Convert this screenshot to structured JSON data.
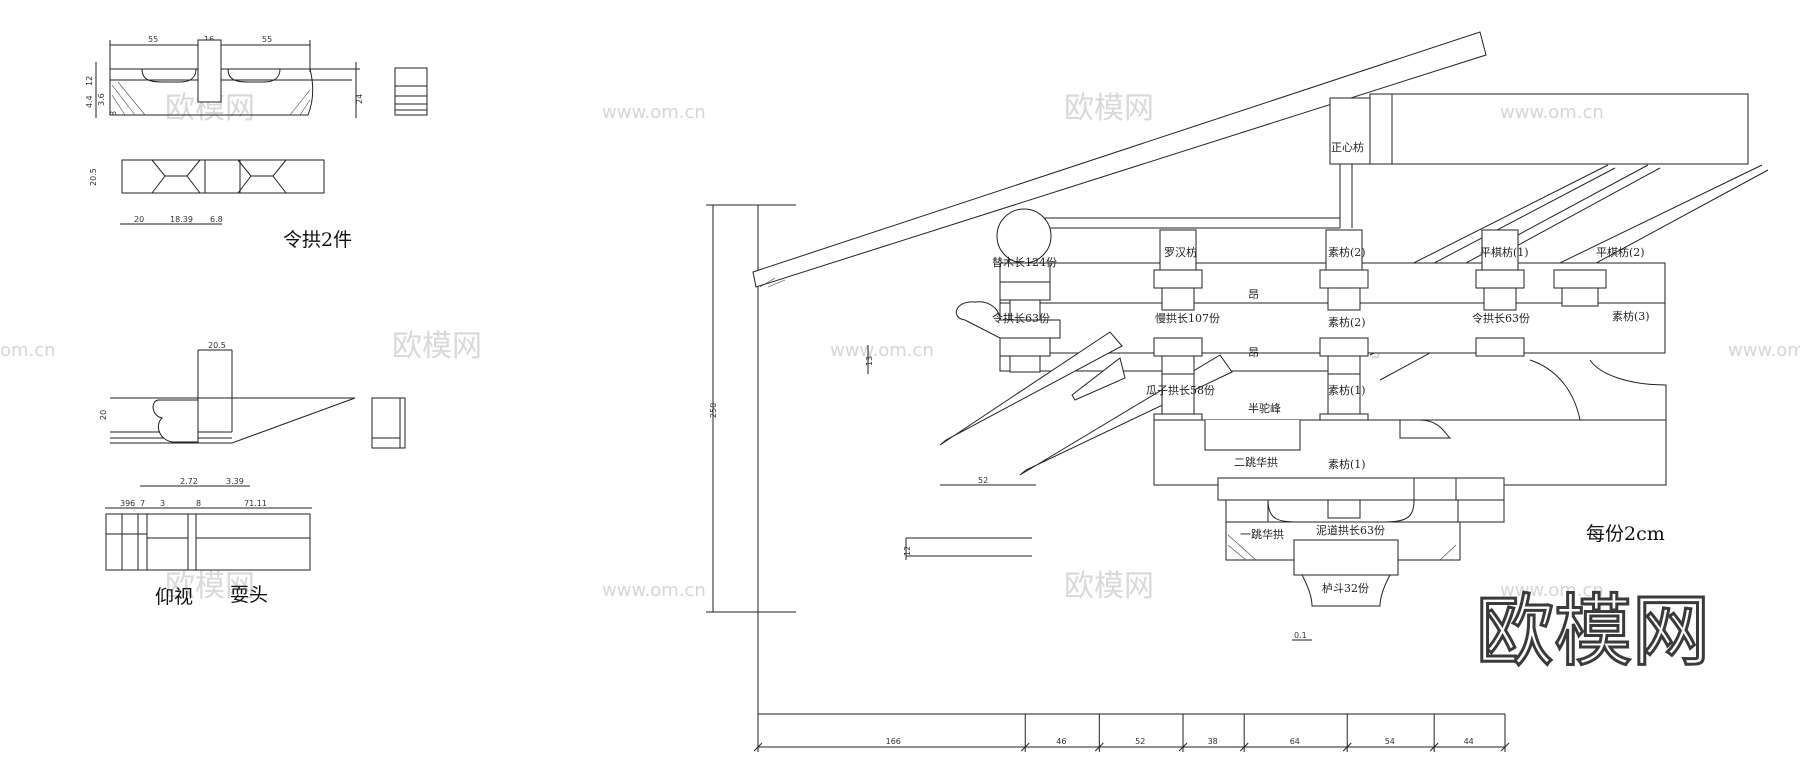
{
  "watermark": {
    "url": "www.om.cn",
    "url_clipped": "om.cn",
    "cn": "欧模网"
  },
  "logo_text": "欧模网",
  "scale_note": "每份2cm",
  "left_parts": {
    "linggong_title": "令拱2件",
    "yangshi_title": "仰视",
    "shuatou_title": "耍头",
    "dims": {
      "top_55_a": "55",
      "top_16": "16",
      "top_55_b": "55",
      "v_12": "12",
      "v_44": "4.4",
      "v_36": "3.6",
      "v_8": "8",
      "v_24": "24",
      "plan_205": "20.5",
      "plan_20": "20",
      "plan_1839": "18.39",
      "plan_68": "6.8",
      "shua_205": "20.5",
      "shua_20": "20",
      "bot_272": "2.72",
      "bot_339": "3.39",
      "bot_a": "396",
      "bot_b": "7",
      "bot_3": "3",
      "bot_8": "8",
      "bot_7111": "71.11"
    }
  },
  "right_labels": {
    "zhengxin_fang": "正心枋",
    "luohan_fang": "罗汉枋",
    "su_fang_2a": "素枋(2)",
    "ping_fang_1": "平棋枋(1)",
    "ping_fang_2": "平棋枋(2)",
    "timu": "替木长124份",
    "linggong_63_left": "令拱长63份",
    "mangong": "慢拱长107份",
    "ang_1": "昂",
    "su_fang_2b": "素枋(2)",
    "linggong_63_right": "令拱长63份",
    "su_fang_3": "素枋(3)",
    "ang_2": "昂",
    "guazi": "瓜子拱长58份",
    "su_fang_1a": "素枋(1)",
    "bantuofeng": "半驼峰",
    "ertiao": "二跳华拱",
    "su_fang_1b": "素枋(1)",
    "yitiao": "一跳华拱",
    "nidao": "泥道拱长63份",
    "ludou": "栌斗32份"
  },
  "right_dims": {
    "height_250": "250",
    "d13": "13",
    "d52": "52",
    "d12": "12",
    "d01": "0.1",
    "bottom": [
      "166",
      "46",
      "52",
      "38",
      "64",
      "54",
      "44"
    ]
  }
}
